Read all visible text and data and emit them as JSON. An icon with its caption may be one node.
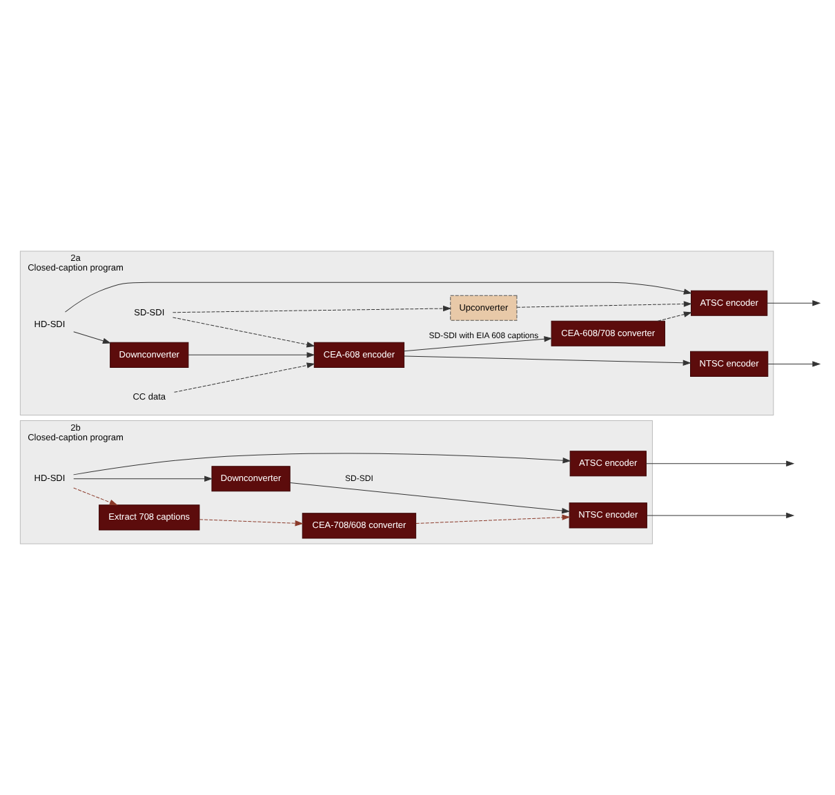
{
  "diagram": {
    "nodes": [
      {
        "text": [
          "2a",
          "Closed-caption program"
        ]
      },
      {
        "text": [
          "HD-SDI"
        ],
        "in": 0
      },
      {
        "text": [
          "ATSC encoder"
        ],
        "in": 0
      },
      {
        "text": [
          "Downconverter"
        ],
        "in": 0
      },
      {
        "text": [
          "CEA-608/708 converter"
        ],
        "in": 0
      },
      {
        "text": [
          "Upconverter"
        ],
        "in": 0
      },
      {
        "text": [
          "CEA-608 encoder"
        ],
        "in": 0
      },
      {
        "text": [
          "NTSC encoder"
        ],
        "in": 0
      },
      {
        "text": [
          "SD-SDI"
        ],
        "in": 0
      },
      {
        "text": [
          "CC data"
        ],
        "in": 0
      },
      {
        "text": [
          "2b",
          "Closed-caption program"
        ]
      },
      {
        "text": [
          "HD-SDI"
        ],
        "in": 10
      },
      {
        "text": [
          "ATSC encoder"
        ],
        "in": 10
      },
      {
        "text": [
          "Extract 708 captions"
        ],
        "in": 10
      },
      {
        "text": [
          "Downconverter"
        ],
        "in": 10
      },
      {
        "text": [
          "CEA-708/608 converter"
        ],
        "in": 10
      },
      {
        "text": [
          "NTSC encoder"
        ],
        "in": 10
      }
    ],
    "edges": [
      {
        "from": 1,
        "to": 2,
        "arrow": "to"
      },
      {
        "from": 1,
        "to": 3,
        "arrow": "to"
      },
      {
        "from": 3,
        "to": 6,
        "arrow": "to"
      },
      {
        "from": 5,
        "to": 2,
        "arrow": "to",
        "style": "dashed"
      },
      {
        "from": 4,
        "to": 2,
        "arrow": "to",
        "style": "dashed"
      },
      {
        "from": 6,
        "to": 4,
        "arrow": "to",
        "label": "SD-SDI with EIA 608 captions"
      },
      {
        "from": 8,
        "to": 5,
        "arrow": "to",
        "style": "dashed"
      },
      {
        "from": 8,
        "to": 6,
        "arrow": "to",
        "style": "dashed"
      },
      {
        "from": 6,
        "to": 7,
        "arrow": "to"
      },
      {
        "from": 9,
        "to": 6,
        "arrow": "to",
        "style": "dashed"
      },
      {
        "from": 2,
        "to": null,
        "arrow": "to"
      },
      {
        "from": 7,
        "to": null,
        "arrow": "to"
      },
      {
        "from": 11,
        "to": 12,
        "arrow": "to"
      },
      {
        "from": 11,
        "to": 13,
        "arrow": "to",
        "style": "dashed",
        "color": "#8b3a2a"
      },
      {
        "from": 11,
        "to": 14,
        "arrow": "to"
      },
      {
        "from": 13,
        "to": 15,
        "arrow": "to",
        "style": "dashed",
        "color": "#8b3a2a"
      },
      {
        "from": 14,
        "to": 16,
        "arrow": "to",
        "label": "SD-SDI"
      },
      {
        "from": 15,
        "to": 16,
        "arrow": "to",
        "style": "dashed",
        "color": "#8b3a2a"
      },
      {
        "from": 12,
        "to": null,
        "arrow": "to"
      },
      {
        "from": 16,
        "to": null,
        "arrow": "to"
      }
    ]
  }
}
